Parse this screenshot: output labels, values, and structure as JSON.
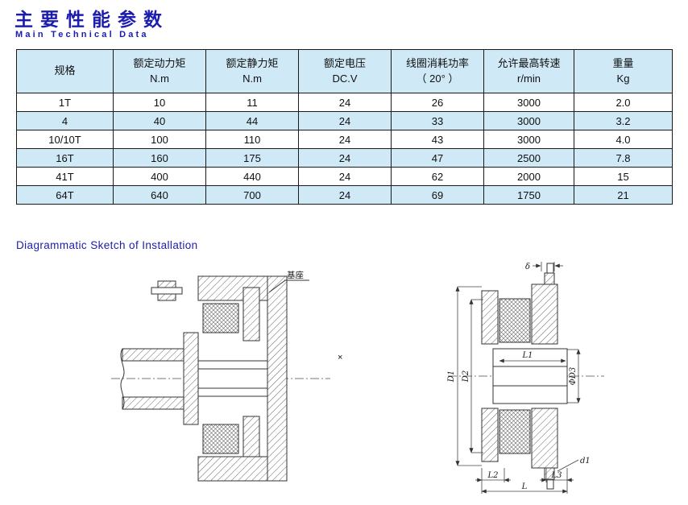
{
  "header": {
    "title_cn": "主要性能参数",
    "title_en": "Main Technical Data"
  },
  "table": {
    "headers": [
      {
        "line1": "规格",
        "line2": ""
      },
      {
        "line1": "额定动力矩",
        "line2": "N.m"
      },
      {
        "line1": "额定静力矩",
        "line2": "N.m"
      },
      {
        "line1": "额定电压",
        "line2": "DC.V"
      },
      {
        "line1": "线圈消耗功率",
        "line2": "（ 20° ）"
      },
      {
        "line1": "允许最高转速",
        "line2": "r/min"
      },
      {
        "line1": "重量",
        "line2": "Kg"
      }
    ],
    "rows": [
      [
        "1T",
        "10",
        "11",
        "24",
        "26",
        "3000",
        "2.0"
      ],
      [
        "4",
        "40",
        "44",
        "24",
        "33",
        "3000",
        "3.2"
      ],
      [
        "10/10T",
        "100",
        "110",
        "24",
        "43",
        "3000",
        "4.0"
      ],
      [
        "16T",
        "160",
        "175",
        "24",
        "47",
        "2500",
        "7.8"
      ],
      [
        "41T",
        "400",
        "440",
        "24",
        "62",
        "2000",
        "15"
      ],
      [
        "64T",
        "640",
        "700",
        "24",
        "69",
        "1750",
        "21"
      ]
    ]
  },
  "section": {
    "title": "Diagrammatic Sketch of Installation"
  },
  "diagram": {
    "left": {
      "base_label": "基座"
    },
    "center_marker": "×",
    "right": {
      "delta": "δ",
      "D1": "D1",
      "D2": "D2",
      "L1": "L1",
      "phi_D3": "ΦD3",
      "d1": "d1",
      "L2": "L2",
      "L": "L",
      "L3": "L3"
    }
  },
  "colors": {
    "accent_blue": "#1c1cae",
    "table_fill": "#cfe9f6"
  }
}
